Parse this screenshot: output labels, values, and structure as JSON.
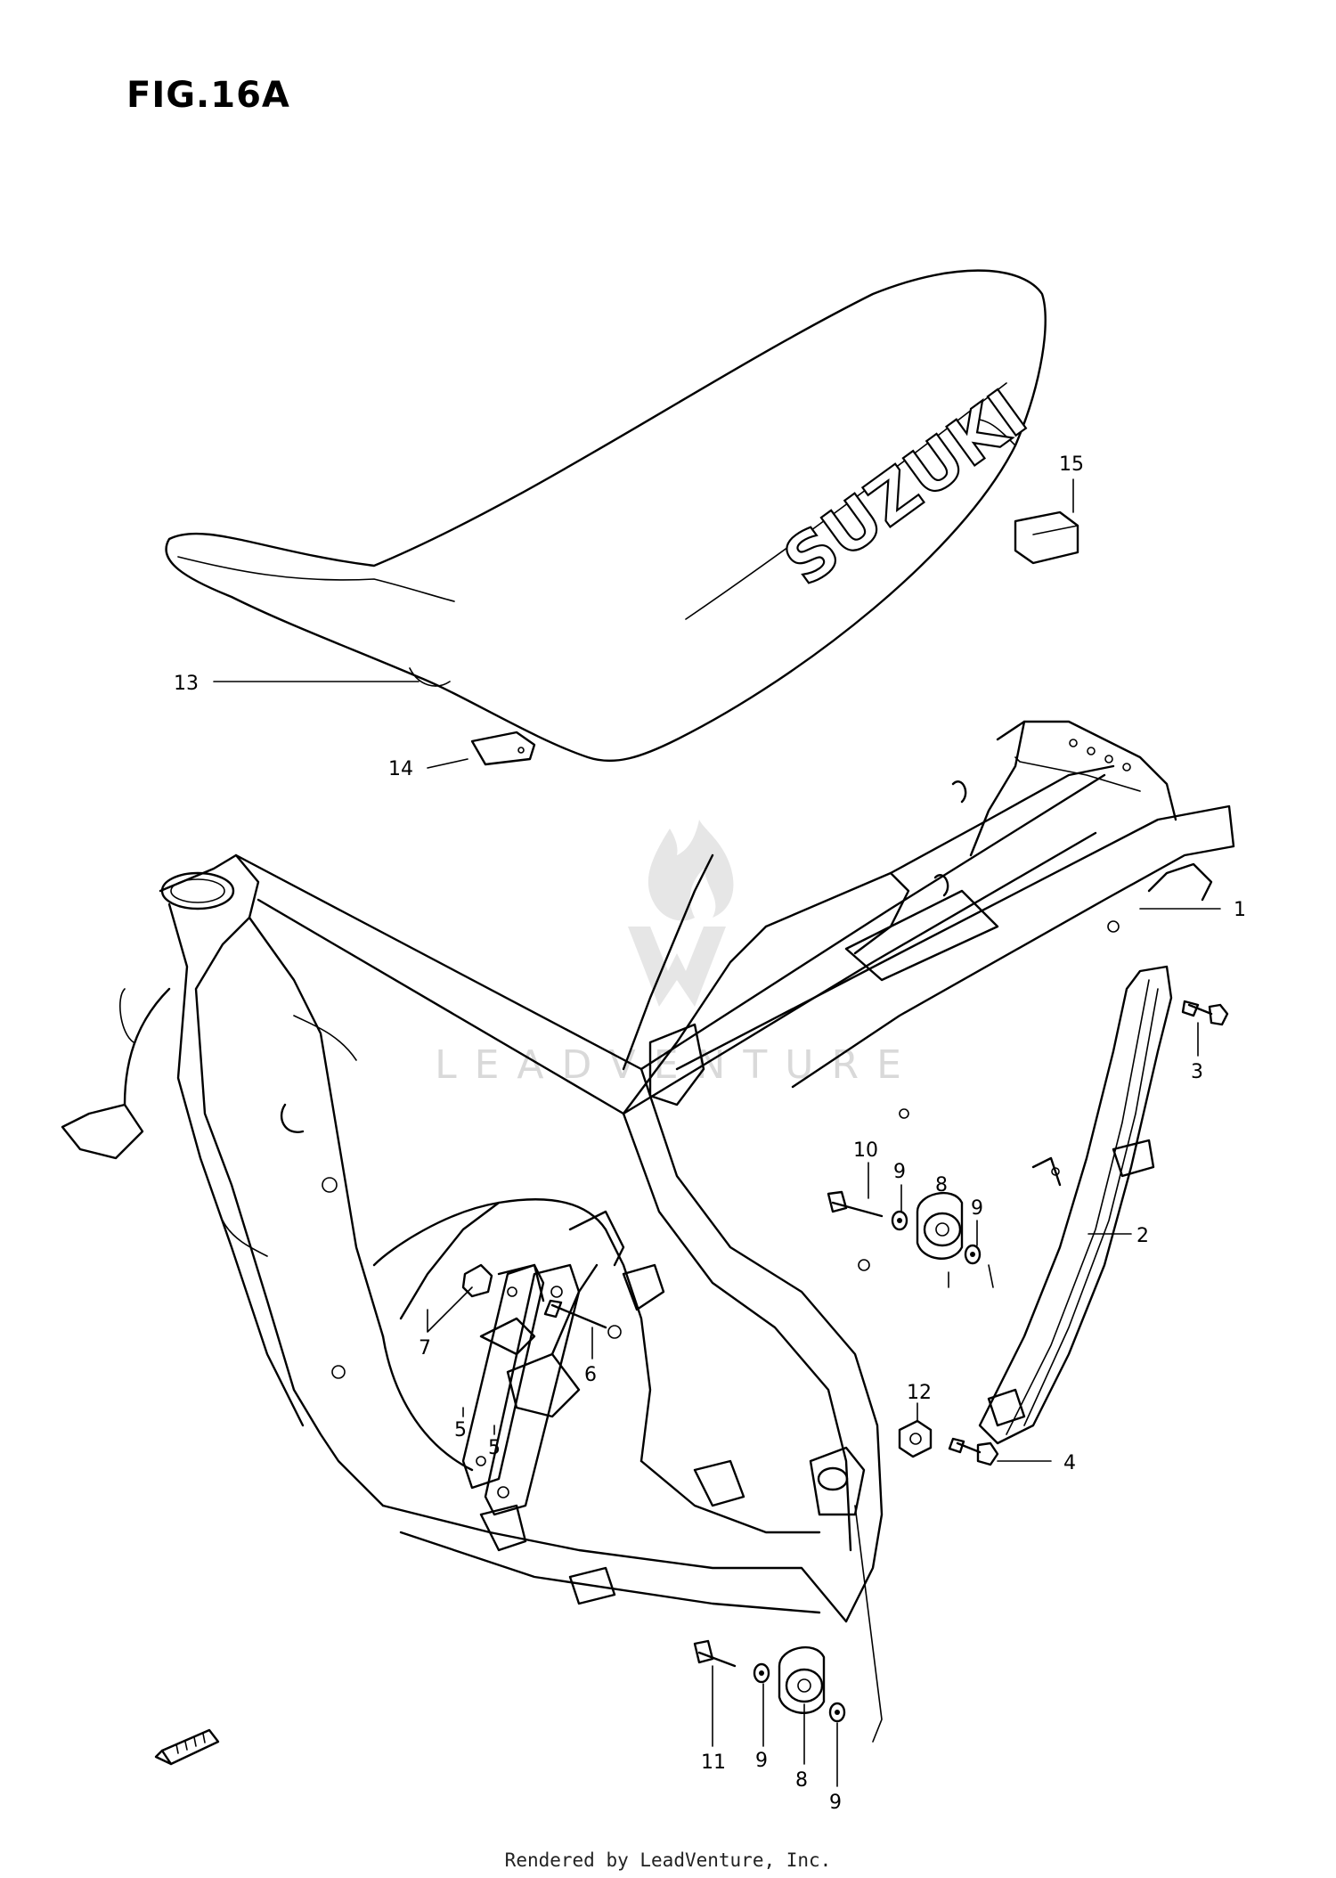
{
  "figure": {
    "title": "FIG.16A",
    "seat_brand": "SUZUKI",
    "watermark_text": "LEADVENTURE",
    "footer": "Rendered by LeadVenture, Inc."
  },
  "callouts": [
    {
      "id": "1",
      "part": "frame"
    },
    {
      "id": "2",
      "part": "rear-frame-member"
    },
    {
      "id": "3",
      "part": "bolt"
    },
    {
      "id": "4",
      "part": "bolt"
    },
    {
      "id": "5",
      "part": "engine-mount-plate"
    },
    {
      "id": "5",
      "part": "engine-mount-plate"
    },
    {
      "id": "6",
      "part": "bolt"
    },
    {
      "id": "7",
      "part": "nut"
    },
    {
      "id": "8",
      "part": "cushion"
    },
    {
      "id": "8",
      "part": "cushion"
    },
    {
      "id": "9",
      "part": "washer"
    },
    {
      "id": "9",
      "part": "washer"
    },
    {
      "id": "9",
      "part": "washer"
    },
    {
      "id": "9",
      "part": "washer"
    },
    {
      "id": "10",
      "part": "bolt"
    },
    {
      "id": "11",
      "part": "bolt"
    },
    {
      "id": "12",
      "part": "nut"
    },
    {
      "id": "13",
      "part": "seat"
    },
    {
      "id": "14",
      "part": "seat-hook"
    },
    {
      "id": "15",
      "part": "cushion-block"
    }
  ],
  "colors": {
    "ink": "#000000",
    "paper": "#ffffff",
    "watermark": "#d9d9d9"
  }
}
